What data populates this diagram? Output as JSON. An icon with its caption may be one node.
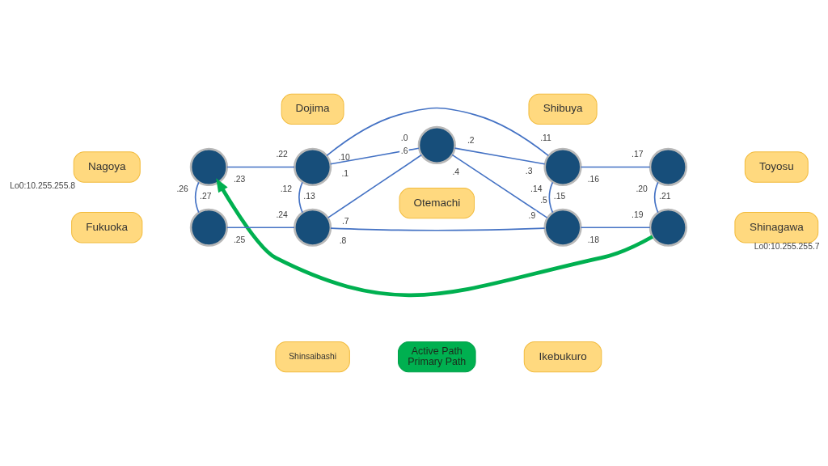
{
  "diagram": {
    "nodes": [
      {
        "text": [
          "Dojima"
        ]
      },
      {
        "text": [],
        "shape": "circle",
        "beside": [
          ".22",
          ".10",
          ".12",
          ".1"
        ]
      },
      {
        "text": [
          "Shibuya"
        ]
      },
      {
        "text": [],
        "shape": "circle",
        "beside": [
          ".11",
          ".16",
          ".3",
          ".14"
        ]
      },
      {
        "text": [
          "Nagoya"
        ],
        "beside": [
          "Lo0:10.255.255.8"
        ]
      },
      {
        "text": [],
        "shape": "circle",
        "beside": [
          ".23",
          ".26"
        ]
      },
      {
        "text": [],
        "shape": "circle",
        "beside": [
          ".17",
          ".20"
        ]
      },
      {
        "text": [
          "Toyosu"
        ]
      },
      {
        "text": [],
        "shape": "circle",
        "beside": [
          ".0",
          ".2",
          ".6",
          ".4"
        ]
      },
      {
        "text": [
          "Otemachi"
        ]
      },
      {
        "text": [
          "Fukuoka"
        ]
      },
      {
        "text": [],
        "shape": "circle",
        "beside": [
          ".27",
          ".25"
        ]
      },
      {
        "text": [],
        "shape": "circle",
        "beside": [
          ".21",
          ".19"
        ]
      },
      {
        "text": [
          "Shinagawa"
        ],
        "beside": [
          "Lo0:10.255.255.7"
        ]
      },
      {
        "text": [],
        "shape": "circle",
        "beside": [
          ".13",
          ".7",
          ".24",
          ".8"
        ]
      },
      {
        "text": [],
        "shape": "circle",
        "beside": [
          ".15",
          ".5",
          ".9",
          ".18"
        ]
      },
      {
        "text": [
          "Active Path",
          "Primary Path"
        ]
      },
      {
        "text": [
          "Shinsaibashi"
        ]
      },
      {
        "text": [
          "Ikebukuro"
        ]
      }
    ],
    "edges": [
      {
        "from": 5,
        "to": 1,
        "arrow": "none"
      },
      {
        "from": 1,
        "to": 3,
        "arrow": "none"
      },
      {
        "from": 3,
        "to": 6,
        "arrow": "none"
      },
      {
        "from": 5,
        "to": 11,
        "arrow": "none"
      },
      {
        "from": 1,
        "to": 14,
        "arrow": "none"
      },
      {
        "from": 1,
        "to": 8,
        "arrow": "none"
      },
      {
        "from": 8,
        "to": 3,
        "arrow": "none"
      },
      {
        "from": 3,
        "to": 15,
        "arrow": "none"
      },
      {
        "from": 6,
        "to": 12,
        "arrow": "none"
      },
      {
        "from": 14,
        "to": 8,
        "arrow": "none"
      },
      {
        "from": 8,
        "to": 15,
        "arrow": "none"
      },
      {
        "from": 11,
        "to": 14,
        "arrow": "none"
      },
      {
        "from": 14,
        "to": 15,
        "arrow": "none"
      },
      {
        "from": 15,
        "to": 12,
        "arrow": "none"
      },
      {
        "from": 12,
        "to": 5,
        "arrow": "to",
        "style": "thick",
        "color": "#00b050"
      }
    ]
  }
}
